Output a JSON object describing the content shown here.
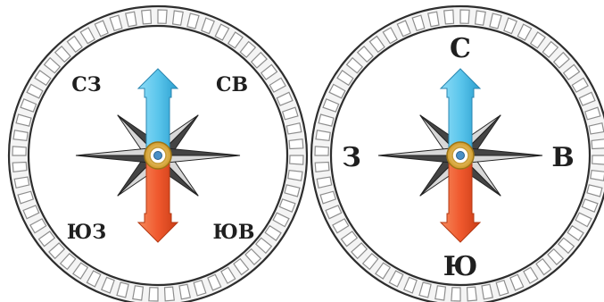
{
  "compasses": [
    {
      "labels": {
        "nw": "СЗ",
        "ne": "СВ",
        "sw": "ЮЗ",
        "se": "ЮВ"
      }
    },
    {
      "labels": {
        "n": "С",
        "e": "В",
        "s": "Ю",
        "w": "З"
      }
    }
  ],
  "colors": {
    "needle_north": "#5bc6ec",
    "needle_south": "#f0592e",
    "ring_tick": "#8e8e8e",
    "ring_border": "#2e2e2e",
    "star_dark": "#444444",
    "star_light": "#d8d8d8",
    "pivot": "#e5b94c"
  }
}
